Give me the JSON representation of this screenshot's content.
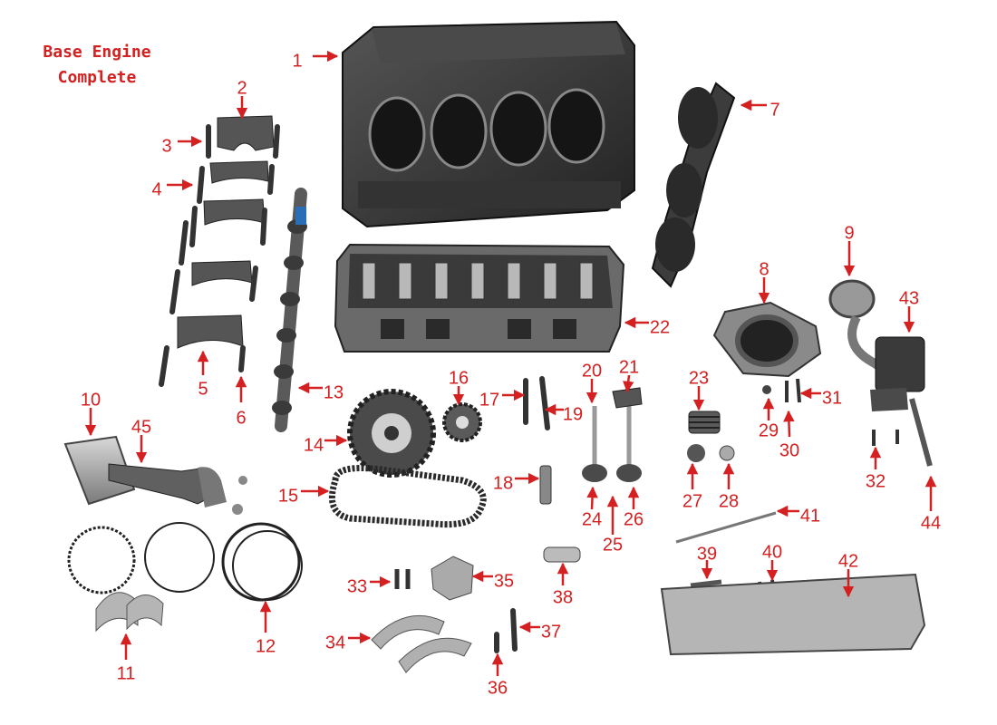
{
  "title": {
    "line1": "Base Engine",
    "line2": "Complete"
  },
  "colors": {
    "callout": "#d42020",
    "metal_dark": "#3a3a3a",
    "metal_mid": "#8a8a8a",
    "metal_light": "#c8c8c8",
    "background": "#ffffff"
  },
  "callouts": [
    {
      "id": 1,
      "label": "1",
      "part": "engine-block"
    },
    {
      "id": 2,
      "label": "2",
      "part": "main-bearing-cap"
    },
    {
      "id": 3,
      "label": "3",
      "part": "main-cap-bolt"
    },
    {
      "id": 4,
      "label": "4",
      "part": "main-cap-bolt"
    },
    {
      "id": 5,
      "label": "5",
      "part": "main-bearing-cap"
    },
    {
      "id": 6,
      "label": "6",
      "part": "main-cap-bolt"
    },
    {
      "id": 7,
      "label": "7",
      "part": "crankshaft"
    },
    {
      "id": 8,
      "label": "8",
      "part": "rear-main-seal-retainer"
    },
    {
      "id": 9,
      "label": "9",
      "part": "oil-pump-pickup"
    },
    {
      "id": 10,
      "label": "10",
      "part": "piston"
    },
    {
      "id": 11,
      "label": "11",
      "part": "rod-bearings"
    },
    {
      "id": 12,
      "label": "12",
      "part": "piston-rings"
    },
    {
      "id": 13,
      "label": "13",
      "part": "camshaft"
    },
    {
      "id": 14,
      "label": "14",
      "part": "cam-sprocket"
    },
    {
      "id": 15,
      "label": "15",
      "part": "timing-chain"
    },
    {
      "id": 16,
      "label": "16",
      "part": "crank-sprocket"
    },
    {
      "id": 17,
      "label": "17",
      "part": "head-bolt"
    },
    {
      "id": 18,
      "label": "18",
      "part": "lifter"
    },
    {
      "id": 19,
      "label": "19",
      "part": "head-bolt"
    },
    {
      "id": 20,
      "label": "20",
      "part": "valve"
    },
    {
      "id": 21,
      "label": "21",
      "part": "rocker-arm"
    },
    {
      "id": 22,
      "label": "22",
      "part": "cylinder-head"
    },
    {
      "id": 23,
      "label": "23",
      "part": "valve-spring"
    },
    {
      "id": 24,
      "label": "24",
      "part": "valve-keeper"
    },
    {
      "id": 25,
      "label": "25",
      "part": "valve-keeper"
    },
    {
      "id": 26,
      "label": "26",
      "part": "valve"
    },
    {
      "id": 27,
      "label": "27",
      "part": "spring-retainer"
    },
    {
      "id": 28,
      "label": "28",
      "part": "valve-seal"
    },
    {
      "id": 29,
      "label": "29",
      "part": "nut"
    },
    {
      "id": 30,
      "label": "30",
      "part": "bolt"
    },
    {
      "id": 31,
      "label": "31",
      "part": "bolt"
    },
    {
      "id": 32,
      "label": "32",
      "part": "bolt"
    },
    {
      "id": 33,
      "label": "33",
      "part": "bolt"
    },
    {
      "id": 34,
      "label": "34",
      "part": "cam-bearings"
    },
    {
      "id": 35,
      "label": "35",
      "part": "thrust-plate"
    },
    {
      "id": 36,
      "label": "36",
      "part": "bolt"
    },
    {
      "id": 37,
      "label": "37",
      "part": "bolt"
    },
    {
      "id": 38,
      "label": "38",
      "part": "lifter-guide"
    },
    {
      "id": 39,
      "label": "39",
      "part": "dowel-pin"
    },
    {
      "id": 40,
      "label": "40",
      "part": "bolts"
    },
    {
      "id": 41,
      "label": "41",
      "part": "pushrod"
    },
    {
      "id": 42,
      "label": "42",
      "part": "lifter-retainer"
    },
    {
      "id": 43,
      "label": "43",
      "part": "oil-pump"
    },
    {
      "id": 44,
      "label": "44",
      "part": "oil-pump-shaft"
    },
    {
      "id": 45,
      "label": "45",
      "part": "connecting-rod"
    }
  ]
}
